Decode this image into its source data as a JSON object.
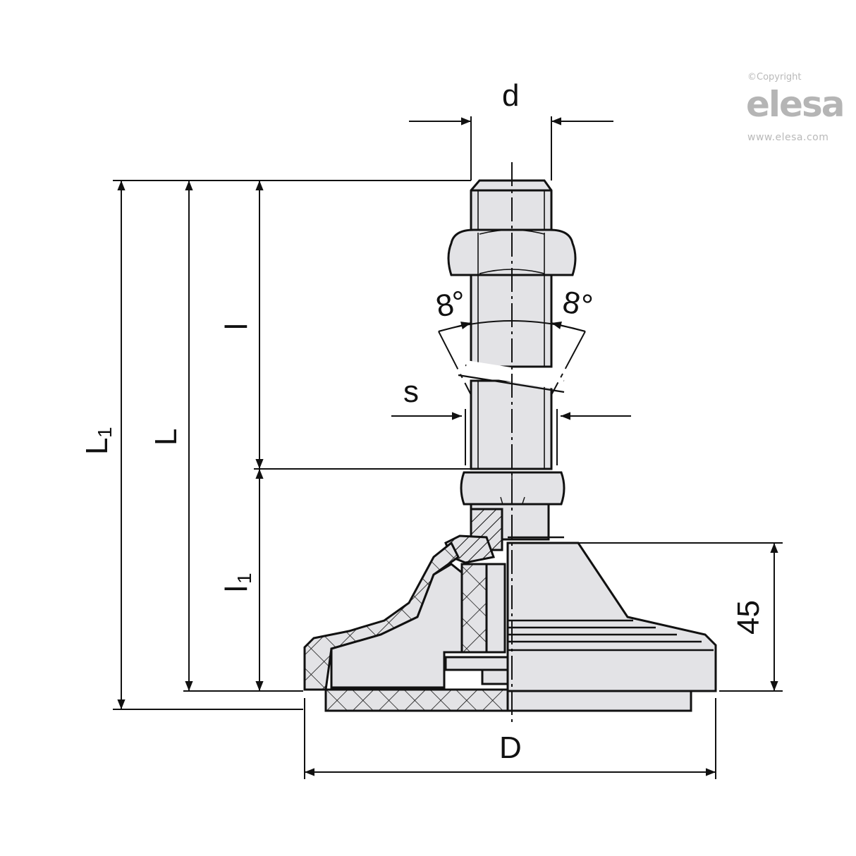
{
  "logo": {
    "copyright": "©Copyright",
    "brand": "elesa",
    "url": "www.elesa.com"
  },
  "drawing": {
    "title": "Levelling element technical drawing",
    "dimensions": {
      "d": "d",
      "L1_main": "L",
      "L1_sub": "1",
      "L": "L",
      "l": "l",
      "l1_main": "l",
      "l1_sub": "1",
      "s": "s",
      "angle_left": "8°",
      "angle_right": "8°",
      "height": "45",
      "D": "D"
    },
    "colors": {
      "line": "#111111",
      "fill": "#e3e3e6",
      "logo": "#b5b5b5"
    }
  }
}
